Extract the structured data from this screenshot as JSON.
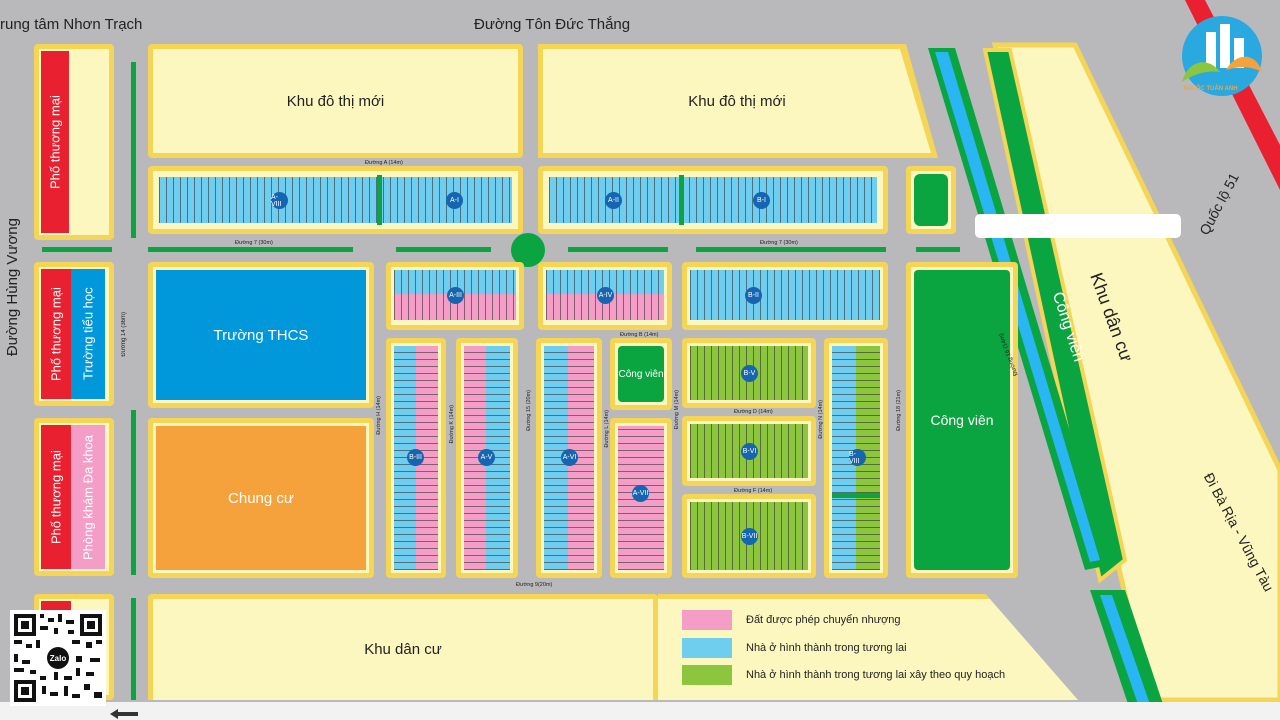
{
  "roads": {
    "top_left": "rung tâm Nhơn Trạch",
    "top": "Đường Tôn Đức Thắng",
    "left": "Đường Hùng Vương",
    "right": "Quốc lộ 51",
    "right_lower": "Đi Bà Rịa - Vũng Tàu",
    "road_a": "Đường A (14m)",
    "road_7": "Đường 7 (30m)",
    "road_b": "Đường B (14m)",
    "road_14": "Đường 14 (36m)",
    "road_h": "Đường H (14m)",
    "road_k": "Đường K (14m)",
    "road_15": "Đường 15 (20m)",
    "road_l": "Đường L (14m)",
    "road_m": "Đường M (14m)",
    "road_n": "Đường N (14m)",
    "road_18": "Đường 18 (21m)",
    "road_16": "Đường 16 (14m)",
    "road_d": "Đường D (14m)",
    "road_f": "Đường F (14m)",
    "road_9": "Đường 9(20m)"
  },
  "areas": {
    "new_urban_1": "Khu đô thị mới",
    "new_urban_2": "Khu đô thị mới",
    "commercial_1": "Phố thương mại",
    "commercial_2": "Phố thương mại",
    "commercial_3": "Phố thương mại",
    "primary_school": "Trường tiểu học",
    "clinic": "Phòng khám Đa khoa",
    "secondary_school": "Trường THCS",
    "apartment": "Chung cư",
    "park_small": "Công viên",
    "park_big": "Công viên",
    "park_strip": "Công viên",
    "residential_bottom": "Khu dân cư",
    "residential_right": "Khu dân cư"
  },
  "blocks": {
    "a8": "A-VIII",
    "a1": "A-I",
    "a2": "A-II",
    "b1": "B-I",
    "a3": "A-III",
    "a4": "A-IV",
    "b2": "B-II",
    "b3": "B-III",
    "a5": "A-V",
    "a6": "A-VI",
    "a7": "A-VII",
    "b5": "B-V",
    "b6": "B-VI",
    "b7": "B-VII",
    "b8": "B-VIII"
  },
  "legend": {
    "transferable": "Đất được phép chuyển nhượng",
    "future_housing": "Nhà ở hình thành trong tương lai",
    "planned_housing": "Nhà ở hình thành trong tương lai xây theo quy hoạch"
  },
  "brand": {
    "name": "ĐỊA ỐC TUẤN ANH",
    "qr_label": "Zalo"
  },
  "colors": {
    "transferable": "#f39dc7",
    "future_housing": "#6fcdef",
    "planned_housing": "#8cc63e",
    "park": "#0aa441",
    "commercial": "#e8202f",
    "school": "#0098db",
    "apartment": "#f6a23c",
    "residential": "#fcf6bf"
  }
}
